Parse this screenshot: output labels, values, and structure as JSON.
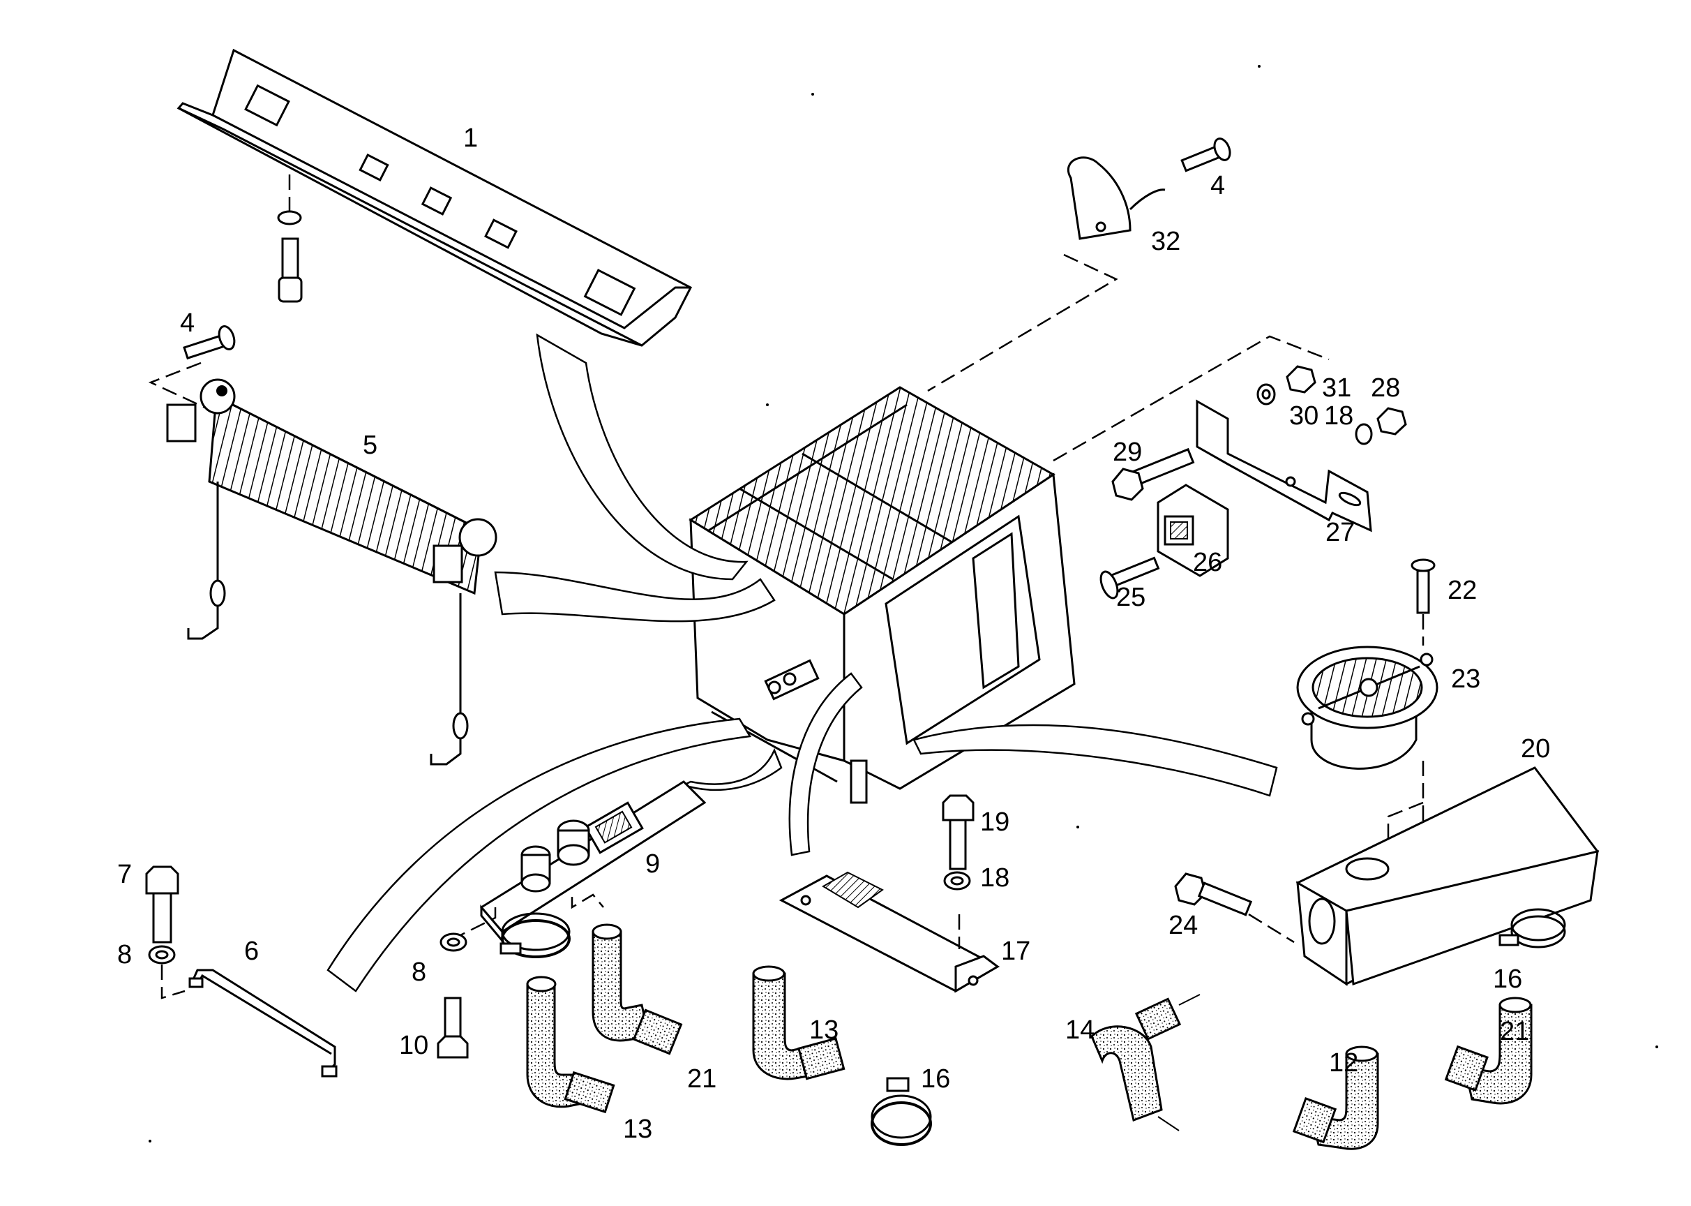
{
  "callouts": {
    "c1": "1",
    "c4a": "4",
    "c4b": "4",
    "c5": "5",
    "c6": "6",
    "c7": "7",
    "c8a": "8",
    "c8b": "8",
    "c9": "9",
    "c10": "10",
    "c12": "12",
    "c13a": "13",
    "c13b": "13",
    "c14": "14",
    "c16a": "16",
    "c16b": "16",
    "c17": "17",
    "c18a": "18",
    "c18b": "18",
    "c19": "19",
    "c20": "20",
    "c21a": "21",
    "c21b": "21",
    "c22": "22",
    "c23": "23",
    "c24": "24",
    "c25": "25",
    "c26": "26",
    "c27": "27",
    "c28": "28",
    "c29": "29",
    "c30": "30",
    "c31": "31",
    "c32": "32"
  }
}
